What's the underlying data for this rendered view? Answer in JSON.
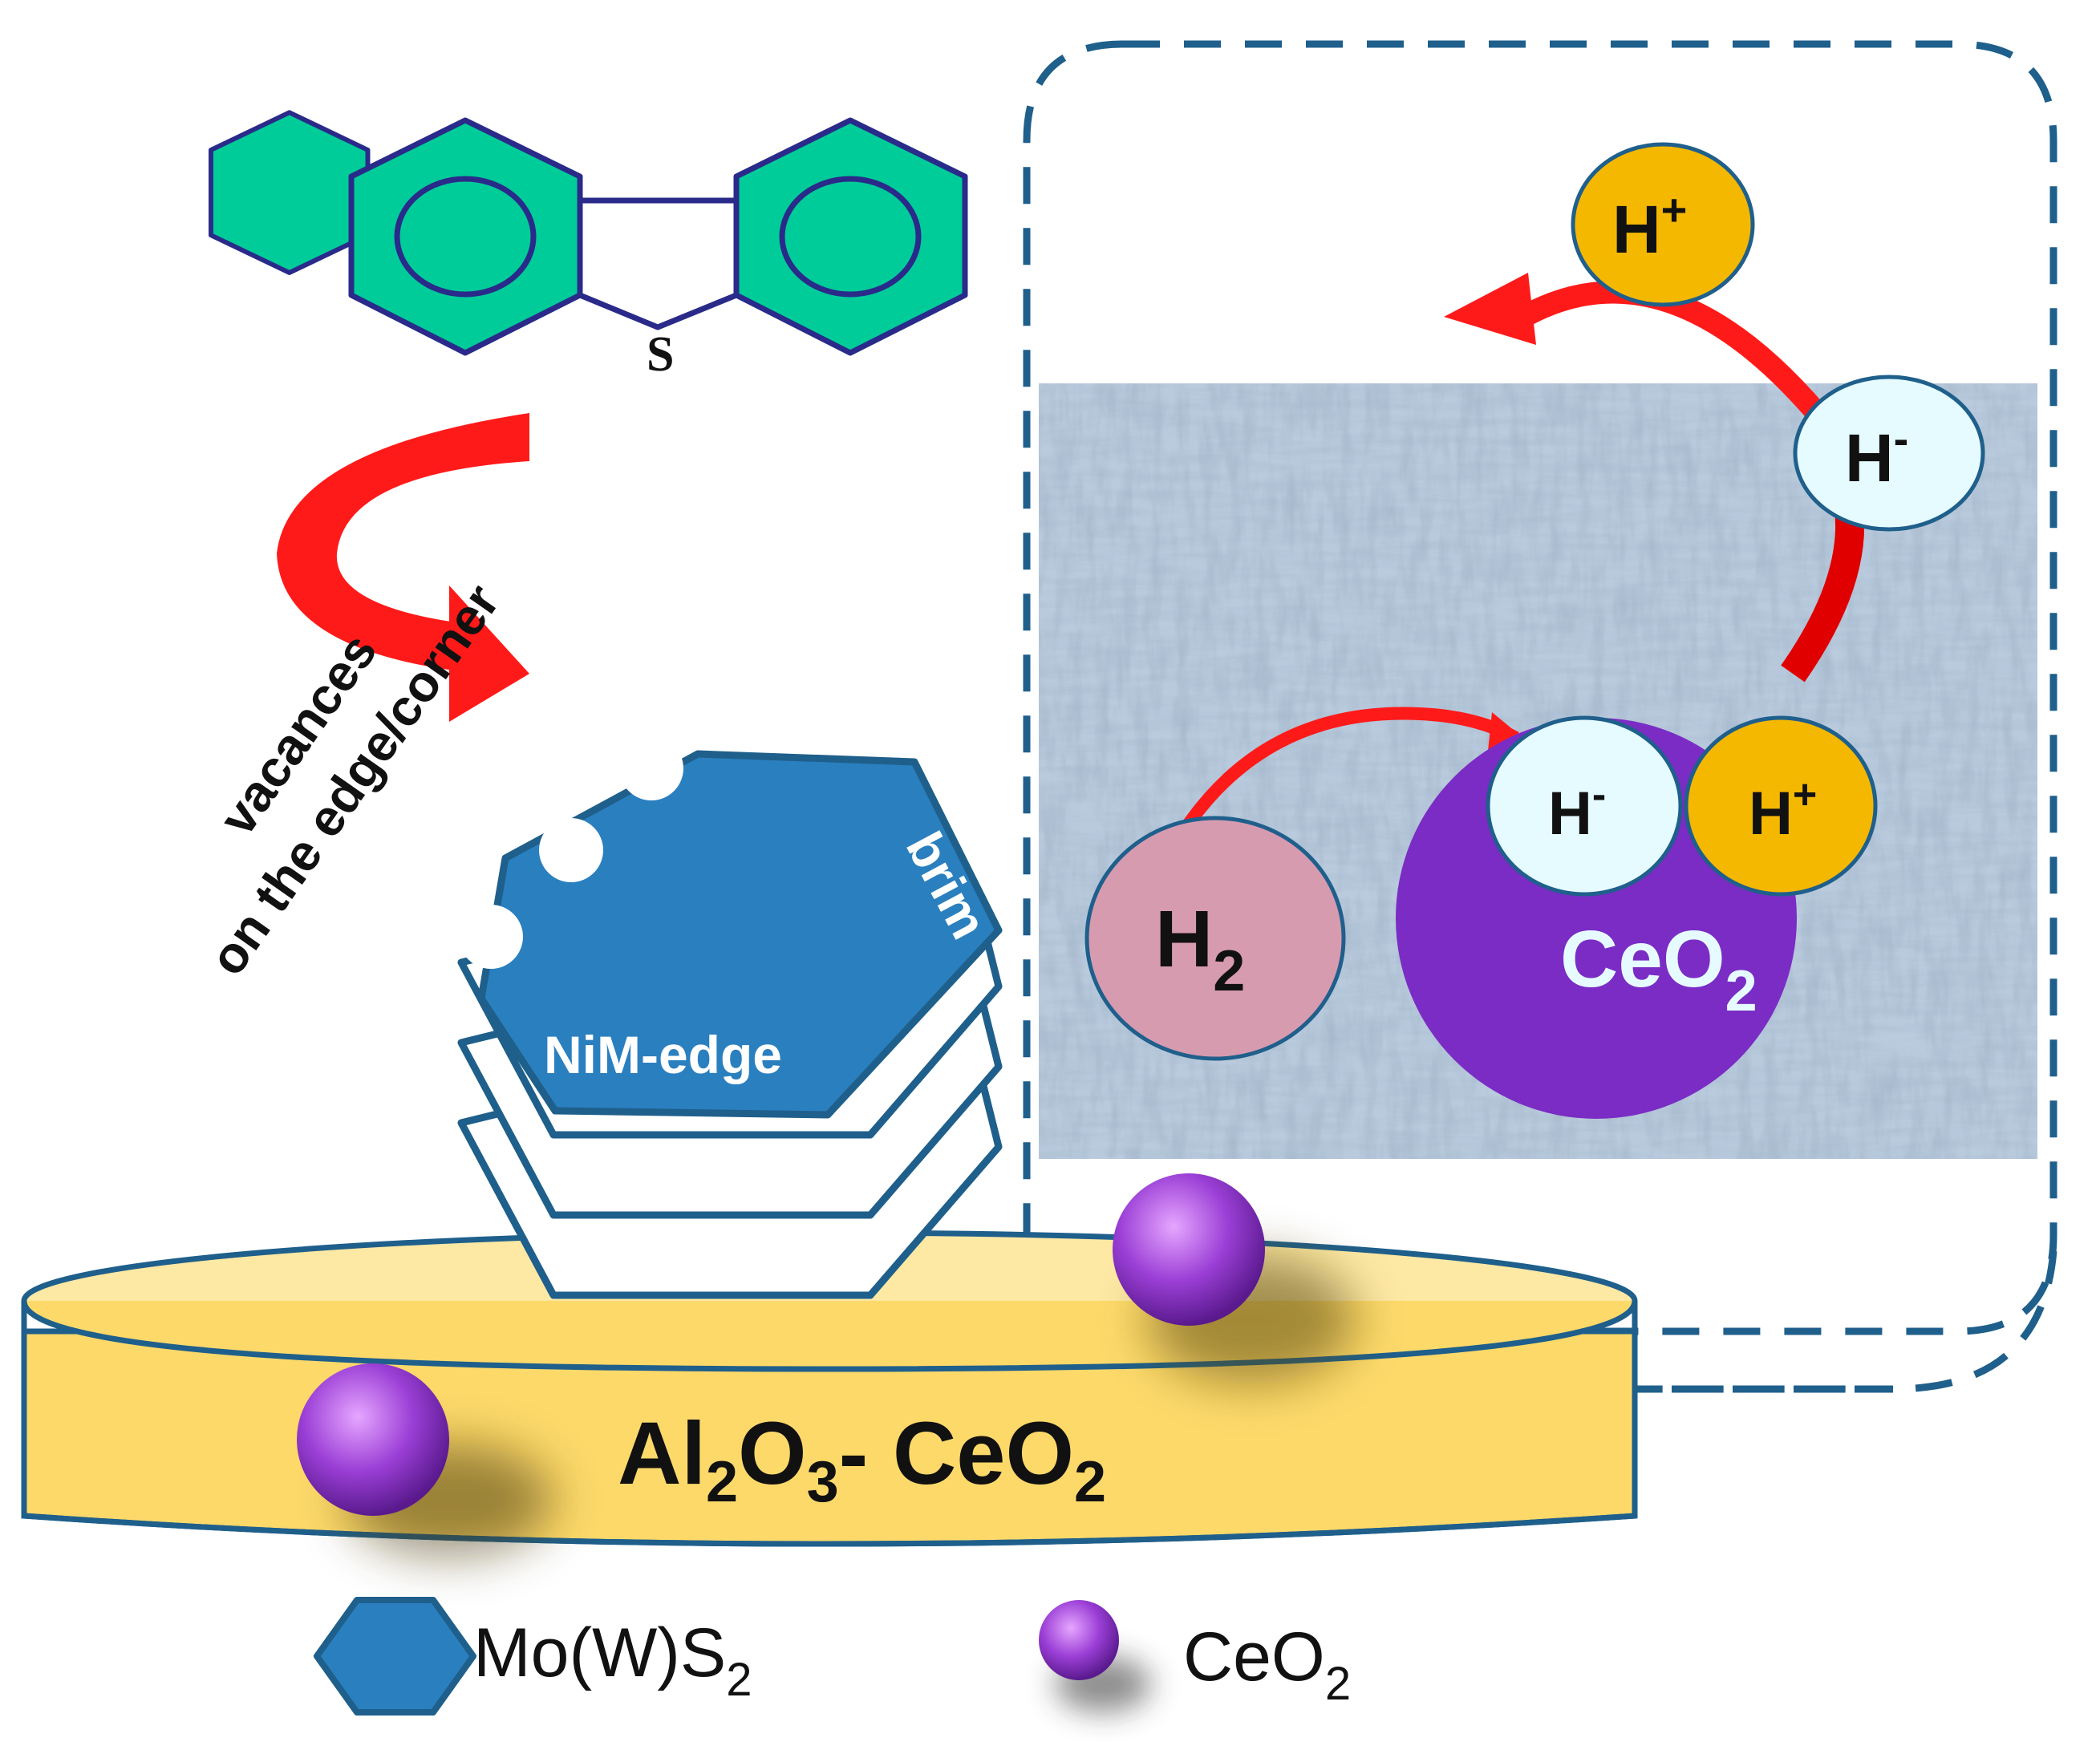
{
  "molecule": {
    "heteroatom": "S"
  },
  "arrow_label": {
    "line1": "vacances",
    "line2": "on the edge/corner"
  },
  "catalyst": {
    "brim_label": "brim",
    "edge_label": "NiM-edge"
  },
  "support": {
    "label_al": "Al",
    "label_al_sub": "2",
    "label_o": "O",
    "label_o_sub": "3",
    "label_ce": "- CeO",
    "label_ce_sub": "2"
  },
  "inset": {
    "h_plus_top": "H",
    "h_plus_top_sup": "+",
    "h_minus_top": "H",
    "h_minus_top_sup": "-",
    "h_minus_bottom": "H",
    "h_minus_bottom_sup": "-",
    "h_plus_bottom": "H",
    "h_plus_bottom_sup": "+",
    "h2": "H",
    "h2_sub": "2",
    "ceo2": "CeO",
    "ceo2_sub": "2"
  },
  "legend": {
    "mos2_label": "Mo(W)S",
    "mos2_sub": "2",
    "ceo2_label": "CeO",
    "ceo2_sub": "2"
  },
  "colors": {
    "hex_blue": "#2a7fbf",
    "ring_green": "#00cc99",
    "support_yellow": "#fdd96a",
    "ceria_purple": "#7a2cc4",
    "hplus_orange": "#f5b800",
    "hminus_cyan": "#e6fbff",
    "h2_pink": "#d79bb0",
    "arrow_red": "#ff1a1a",
    "dash_blue": "#1f5f8b"
  }
}
